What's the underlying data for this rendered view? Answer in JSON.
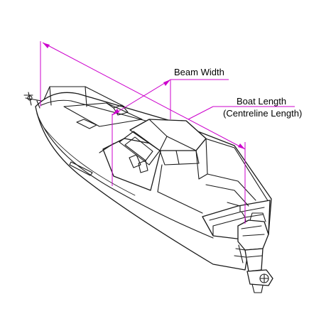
{
  "labels": {
    "beam_width": "Beam Width",
    "boat_length_line1": "Boat Length",
    "boat_length_line2": "(Centreline Length)"
  },
  "colors": {
    "dimension_lines": "#cc00cc",
    "outline": "#1a1a1a",
    "background": "#ffffff"
  }
}
